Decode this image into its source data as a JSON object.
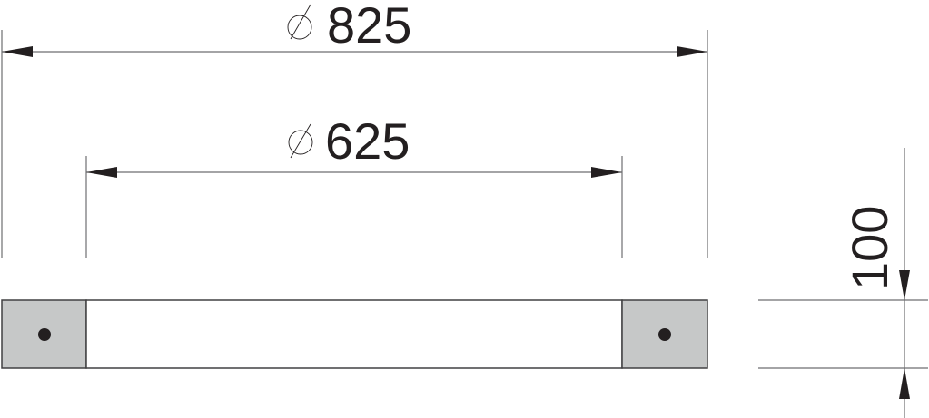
{
  "drawing": {
    "dimensions": {
      "outer_diameter": {
        "symbol": "⌀",
        "value": "825"
      },
      "inner_diameter": {
        "symbol": "⌀",
        "value": "625"
      },
      "height": {
        "value": "100"
      }
    },
    "colors": {
      "line": "#6d6e70",
      "arrow": "#231f20",
      "fill_gray": "#c6c8c8",
      "outline": "#414042",
      "hole": "#231f20"
    }
  }
}
